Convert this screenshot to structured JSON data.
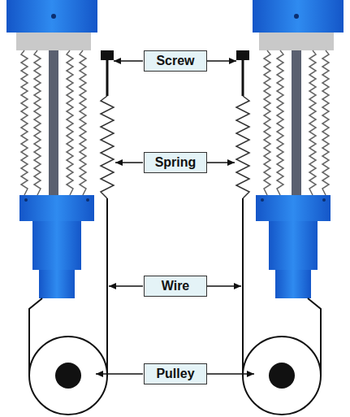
{
  "diagram": {
    "nodes": [
      {
        "text": [
          "Screw"
        ]
      },
      {
        "text": [
          "Spring"
        ]
      },
      {
        "text": [
          "Wire"
        ]
      },
      {
        "text": [
          "Pulley"
        ]
      }
    ]
  }
}
